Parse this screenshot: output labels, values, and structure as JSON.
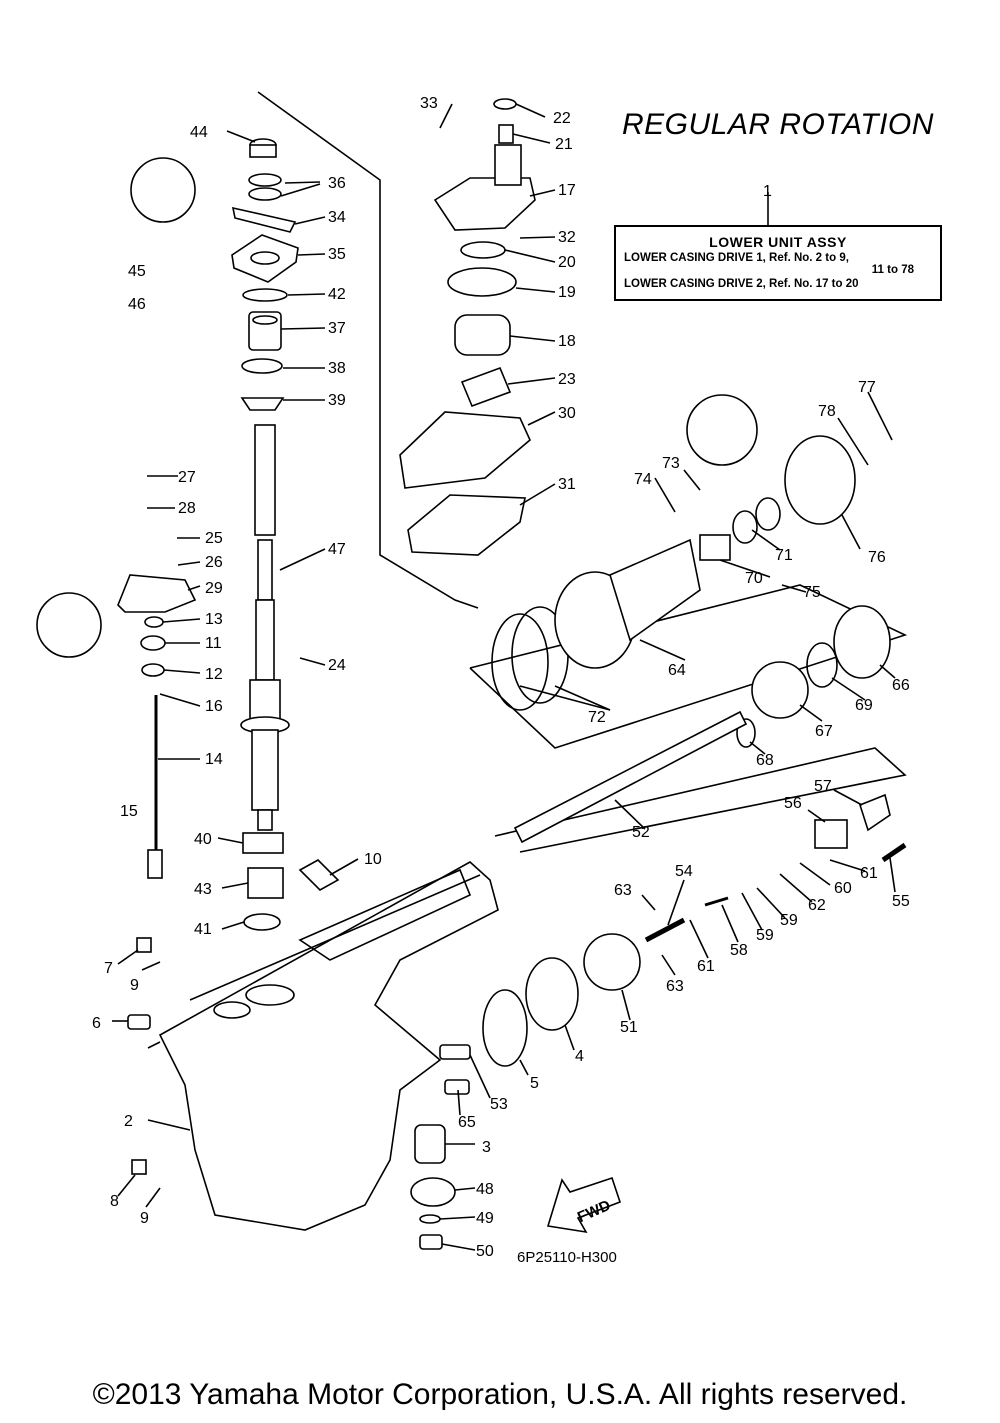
{
  "title": "REGULAR ROTATION",
  "assembly": {
    "number": "1",
    "heading": "LOWER UNIT ASSY",
    "line1": "LOWER CASING DRIVE 1,  Ref. No. 2 to 9,",
    "line1b": "11 to 78",
    "line2": "LOWER CASING DRIVE 2,  Ref. No. 17 to 20"
  },
  "diagram_code": "6P25110-H300",
  "fwd_label": "FWD",
  "copyright": "©2013 Yamaha Motor Corporation, U.S.A. All rights reserved.",
  "part_labels": [
    "2",
    "3",
    "4",
    "5",
    "6",
    "7",
    "8",
    "9",
    "9",
    "10",
    "11",
    "12",
    "13",
    "14",
    "15",
    "16",
    "17",
    "18",
    "19",
    "20",
    "21",
    "22",
    "23",
    "24",
    "25",
    "26",
    "27",
    "28",
    "29",
    "30",
    "31",
    "32",
    "33",
    "34",
    "35",
    "36",
    "37",
    "38",
    "39",
    "40",
    "41",
    "42",
    "43",
    "44",
    "45",
    "46",
    "47",
    "48",
    "49",
    "50",
    "51",
    "52",
    "53",
    "54",
    "55",
    "56",
    "57",
    "58",
    "59",
    "59",
    "60",
    "61",
    "61",
    "62",
    "63",
    "63",
    "64",
    "65",
    "66",
    "67",
    "68",
    "69",
    "70",
    "71",
    "72",
    "73",
    "74",
    "75",
    "76",
    "77",
    "78"
  ]
}
